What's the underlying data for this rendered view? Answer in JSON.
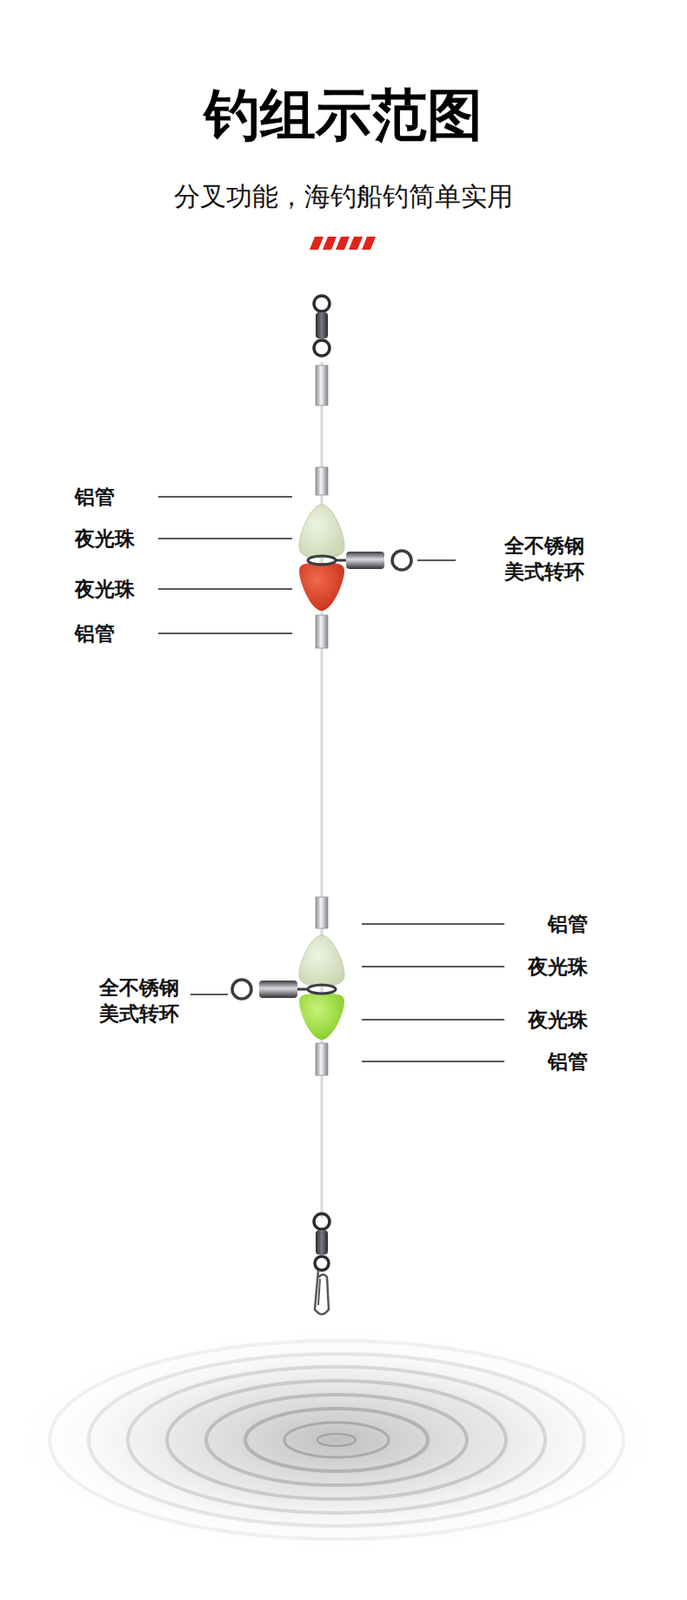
{
  "diagram": {
    "title": "钓组示范图",
    "caption": "分叉功能，海钓船钓简单实用",
    "labels": [
      "铝管",
      "夜光珠",
      "全不锈钢 美式转环",
      "夜光珠",
      "铝管",
      "铝管",
      "夜光珠",
      "全不锈钢 美式转环",
      "夜光珠",
      "铝管"
    ]
  }
}
